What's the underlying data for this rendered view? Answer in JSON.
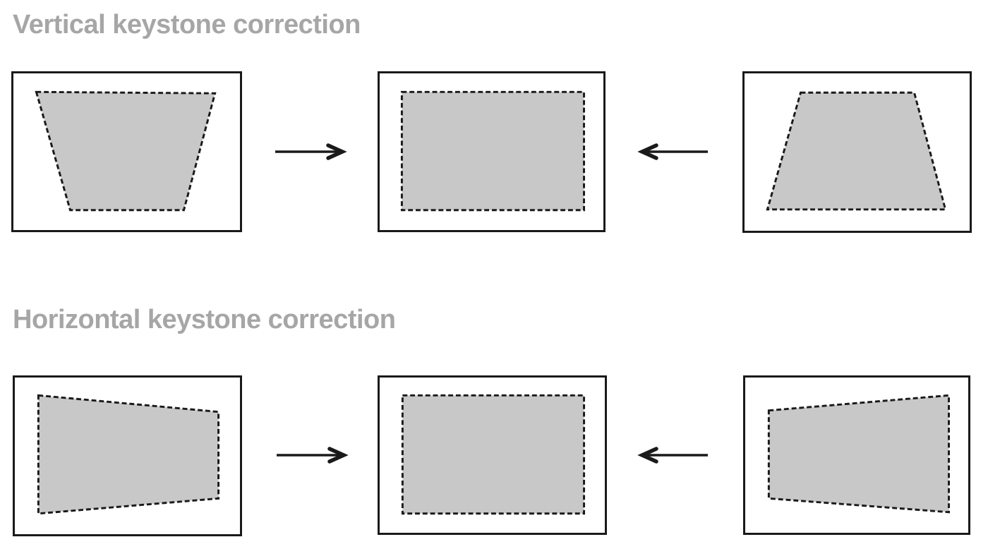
{
  "colors": {
    "background": "#ffffff",
    "title": "#a6a6a6",
    "shape_fill": "#c8c8c8",
    "line": "#1a1a1a"
  },
  "sections": [
    {
      "id": "vertical",
      "title": "Vertical keystone correction",
      "panels": [
        {
          "shape": "trapezoid-wide-top"
        },
        {
          "shape": "rectangle-corrected"
        },
        {
          "shape": "trapezoid-wide-bottom"
        }
      ],
      "arrows": [
        {
          "direction": "right"
        },
        {
          "direction": "left"
        }
      ]
    },
    {
      "id": "horizontal",
      "title": "Horizontal keystone correction",
      "panels": [
        {
          "shape": "quad-tall-left"
        },
        {
          "shape": "rectangle-corrected"
        },
        {
          "shape": "quad-tall-right"
        }
      ],
      "arrows": [
        {
          "direction": "right"
        },
        {
          "direction": "left"
        }
      ]
    }
  ]
}
